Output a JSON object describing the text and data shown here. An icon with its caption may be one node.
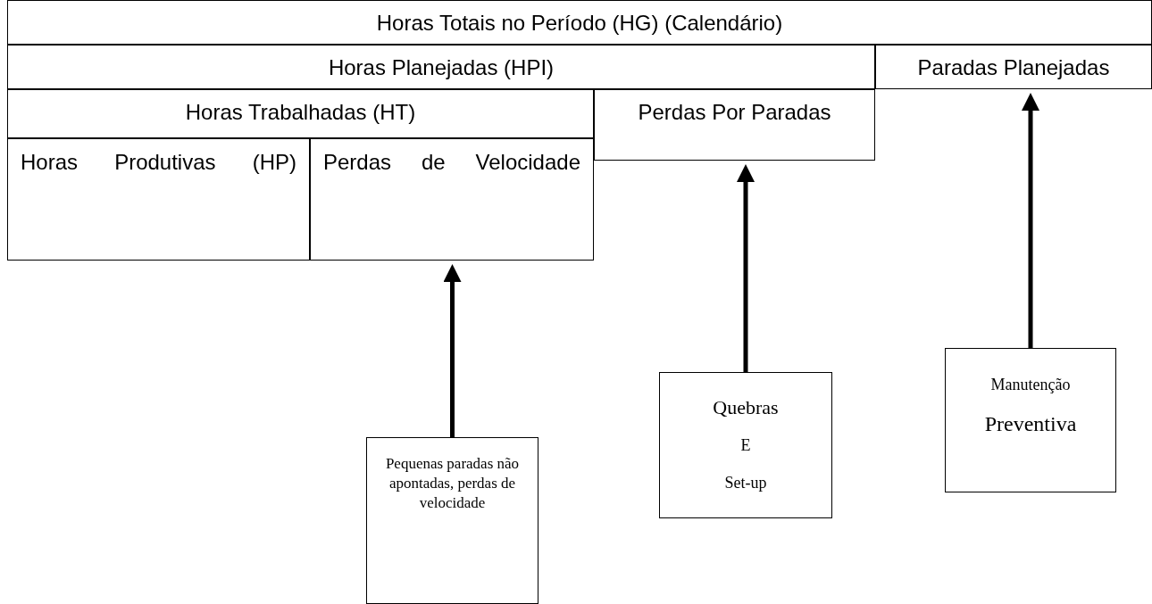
{
  "diagram": {
    "nodes": [
      {
        "text": [
          "Horas Totais no Período (HG) (Calendário)"
        ]
      },
      {
        "text": [
          "Horas Planejadas (HPI)"
        ]
      },
      {
        "text": [
          "Paradas Planejadas"
        ]
      },
      {
        "text": [
          "Horas Trabalhadas (HT)"
        ]
      },
      {
        "text": [
          "Perdas Por Paradas"
        ]
      },
      {
        "text": [
          "Horas Produtivas (HP)"
        ]
      },
      {
        "text": [
          "Perdas de Velocidade"
        ]
      },
      {
        "text": [
          "Pequenas paradas não apontadas, perdas de velocidade"
        ]
      },
      {
        "text": [
          "Quebras",
          "E",
          "Set-up"
        ]
      },
      {
        "text": [
          "Manutenção",
          "Preventiva"
        ]
      }
    ],
    "edges": [
      {
        "from": 7,
        "to": 6,
        "arrow": "to"
      },
      {
        "from": 8,
        "to": 4,
        "arrow": "to"
      },
      {
        "from": 9,
        "to": 2,
        "arrow": "to"
      }
    ]
  }
}
